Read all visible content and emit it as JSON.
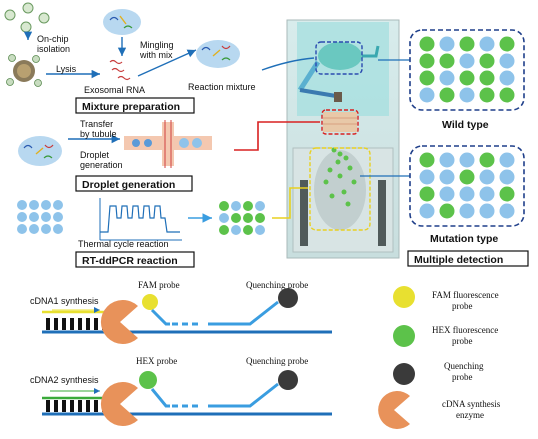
{
  "top": {
    "on_chip_isolation": [
      "On-chip",
      "isolation"
    ],
    "lysis": "Lysis",
    "exosomal_rna": "Exosomal RNA",
    "mingling": [
      "Mingling",
      "with mix"
    ],
    "reaction_mixture": "Reaction mixture",
    "mixture_preparation": "Mixture preparation",
    "transfer": [
      "Transfer",
      "by tubule"
    ],
    "droplet_gen_label": [
      "Droplet",
      "generation"
    ],
    "droplet_generation": "Droplet generation",
    "thermal_cycle": "Thermal cycle reaction",
    "rt_ddpcr": "RT-ddPCR reaction"
  },
  "right": {
    "wild_type": "Wild type",
    "mutation_type": "Mutation type",
    "multiple_detection": "Multiple detection"
  },
  "bottom": {
    "cdna1": "cDNA1 synthesis",
    "cdna2": "cDNA2 synthesis",
    "fam_probe": "FAM probe",
    "hex_probe": "HEX probe",
    "quenching_probe": "Quenching probe"
  },
  "legend": {
    "fam": [
      "FAM fluorescence",
      "probe"
    ],
    "hex": [
      "HEX fluorescence",
      "probe"
    ],
    "quench": [
      "Quenching",
      "probe"
    ],
    "enzyme": [
      "cDNA synthesis",
      "enzyme"
    ]
  },
  "colors": {
    "blue": "#1f6fb8",
    "light_blue": "#8ec3ea",
    "green": "#5cc24a",
    "yellow": "#e8e030",
    "dark_gray": "#3a3a3a",
    "enzyme": "#e8925a",
    "red_arrow": "#d92020",
    "yellow_arrow": "#e8d020"
  },
  "grids": {
    "wild_type": [
      [
        "green",
        "blue",
        "green",
        "blue",
        "green"
      ],
      [
        "green",
        "green",
        "blue",
        "green",
        "blue"
      ],
      [
        "green",
        "blue",
        "green",
        "green",
        "blue"
      ],
      [
        "blue",
        "green",
        "blue",
        "green",
        "green"
      ]
    ],
    "mutation_type": [
      [
        "green",
        "blue",
        "blue",
        "green",
        "blue"
      ],
      [
        "blue",
        "blue",
        "green",
        "blue",
        "blue"
      ],
      [
        "green",
        "blue",
        "blue",
        "blue",
        "green"
      ],
      [
        "blue",
        "green",
        "blue",
        "blue",
        "blue"
      ]
    ]
  }
}
